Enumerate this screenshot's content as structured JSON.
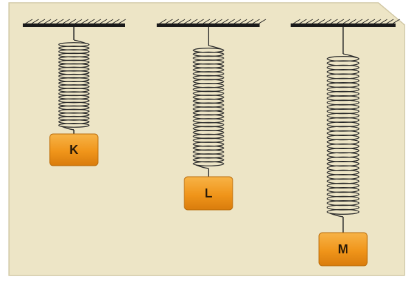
{
  "colors": {
    "panel_fill": "#ede5c6",
    "panel_stroke": "#d2c9a6",
    "ceiling": "#1a1a1a",
    "spring": "#2b2b2b",
    "block_fill": "#f0951a",
    "block_stroke": "#b96a08",
    "label": "#2a1a08"
  },
  "systems": [
    {
      "label": "K",
      "spring_coils": 24
    },
    {
      "label": "L",
      "spring_coils": 30
    },
    {
      "label": "M",
      "spring_coils": 36
    }
  ]
}
